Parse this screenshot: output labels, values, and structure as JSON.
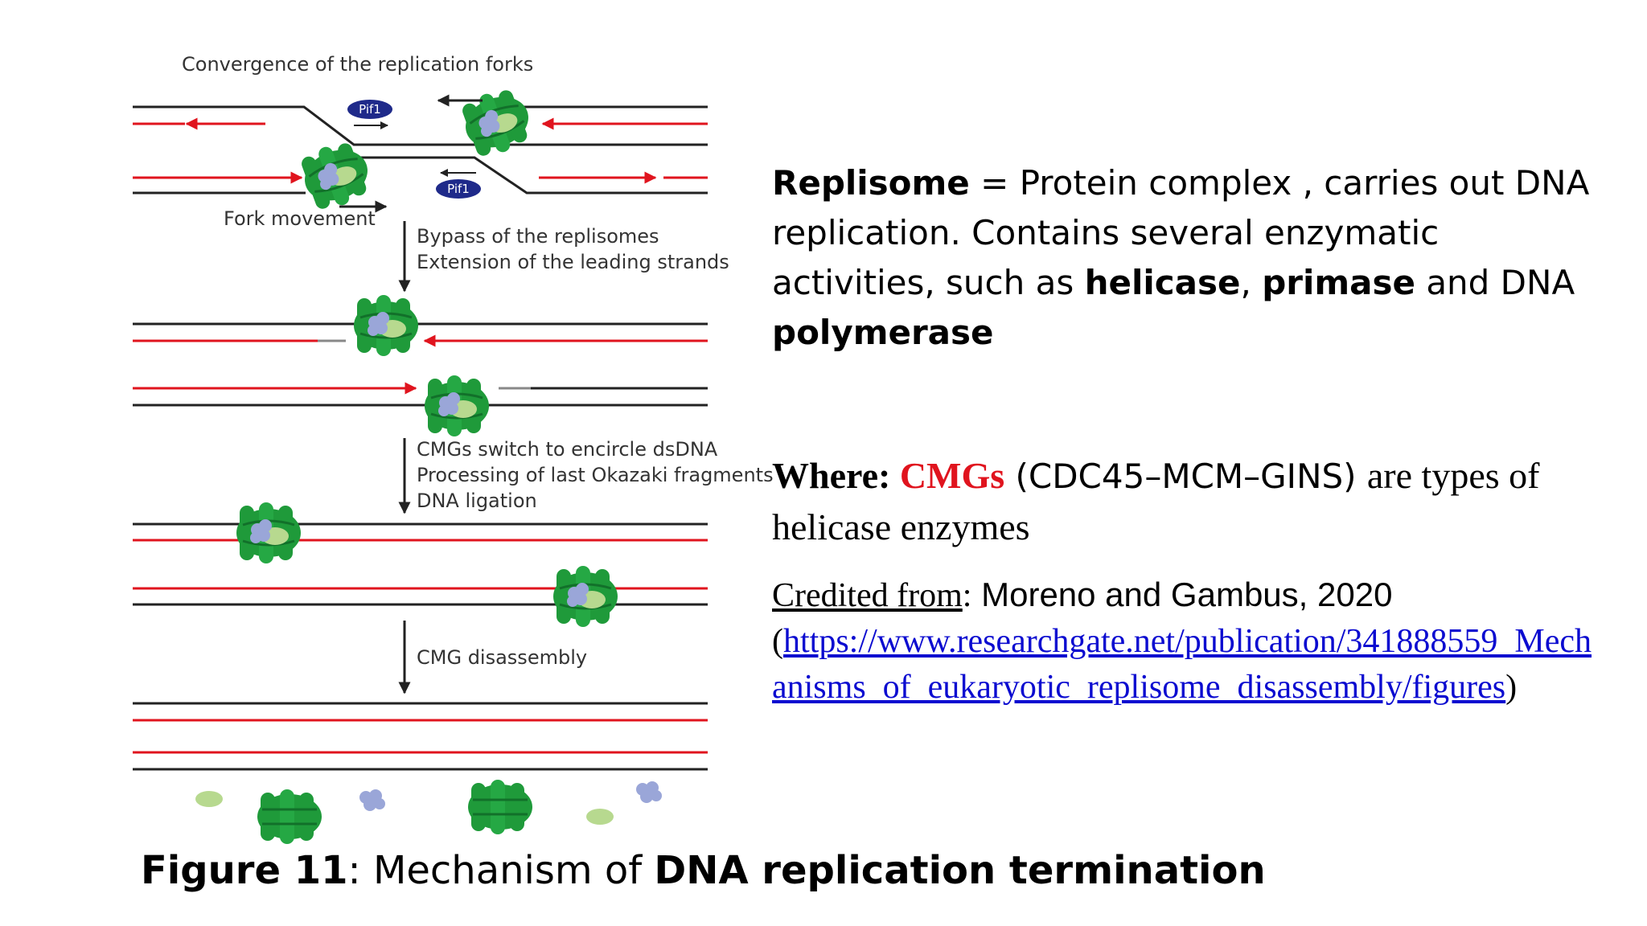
{
  "diagram": {
    "labels": {
      "convergence": "Convergence of the replication forks",
      "pif1_top": "Pif1",
      "pif1_bottom": "Pif1",
      "fork_movement": "Fork movement",
      "bypass_line1": "Bypass of the replisomes",
      "bypass_line2": "Extension of the leading strands",
      "cmg_switch_line1": "CMGs switch to encircle dsDNA",
      "cmg_switch_line2": "Processing of last Okazaki fragments",
      "cmg_switch_line3": "DNA ligation",
      "cmg_disassembly": "CMG disassembly"
    },
    "colors": {
      "dna_strand": "#222222",
      "new_strand": "#e0141e",
      "cmg_green": "#1f9a3a",
      "cmg_dark": "#12702a",
      "gins_blue": "#9aa6d8",
      "cdc45_light": "#b7d98f",
      "pif1_navy": "#1f2a8a"
    }
  },
  "definition": {
    "term": "Replisome",
    "text1": " = Protein complex , carries out DNA replication. Contains several enzymatic activities, such as ",
    "helicase": "helicase",
    "sep": ", ",
    "primase": "primase",
    "text2": " and DNA ",
    "polymerase": "polymerase"
  },
  "where": {
    "label": "Where: ",
    "cmgs": "CMGs",
    "full_name": " (CDC45–MCM–GINS) ",
    "text": " are types of helicase enzymes",
    "cmgs_color": "#e0141e"
  },
  "credit": {
    "label": "Credited from",
    "colon": ":",
    "authors": " Moreno and  Gambus, 2020",
    "open": "(",
    "url": "https://www.researchgate.net/publication/341888559_Mechanisms_of_eukaryotic_replisome_disassembly/figures",
    "close": ")"
  },
  "caption": {
    "label": "Figure 11",
    "colon": ": Mechanism of  ",
    "title": "DNA replication termination"
  }
}
